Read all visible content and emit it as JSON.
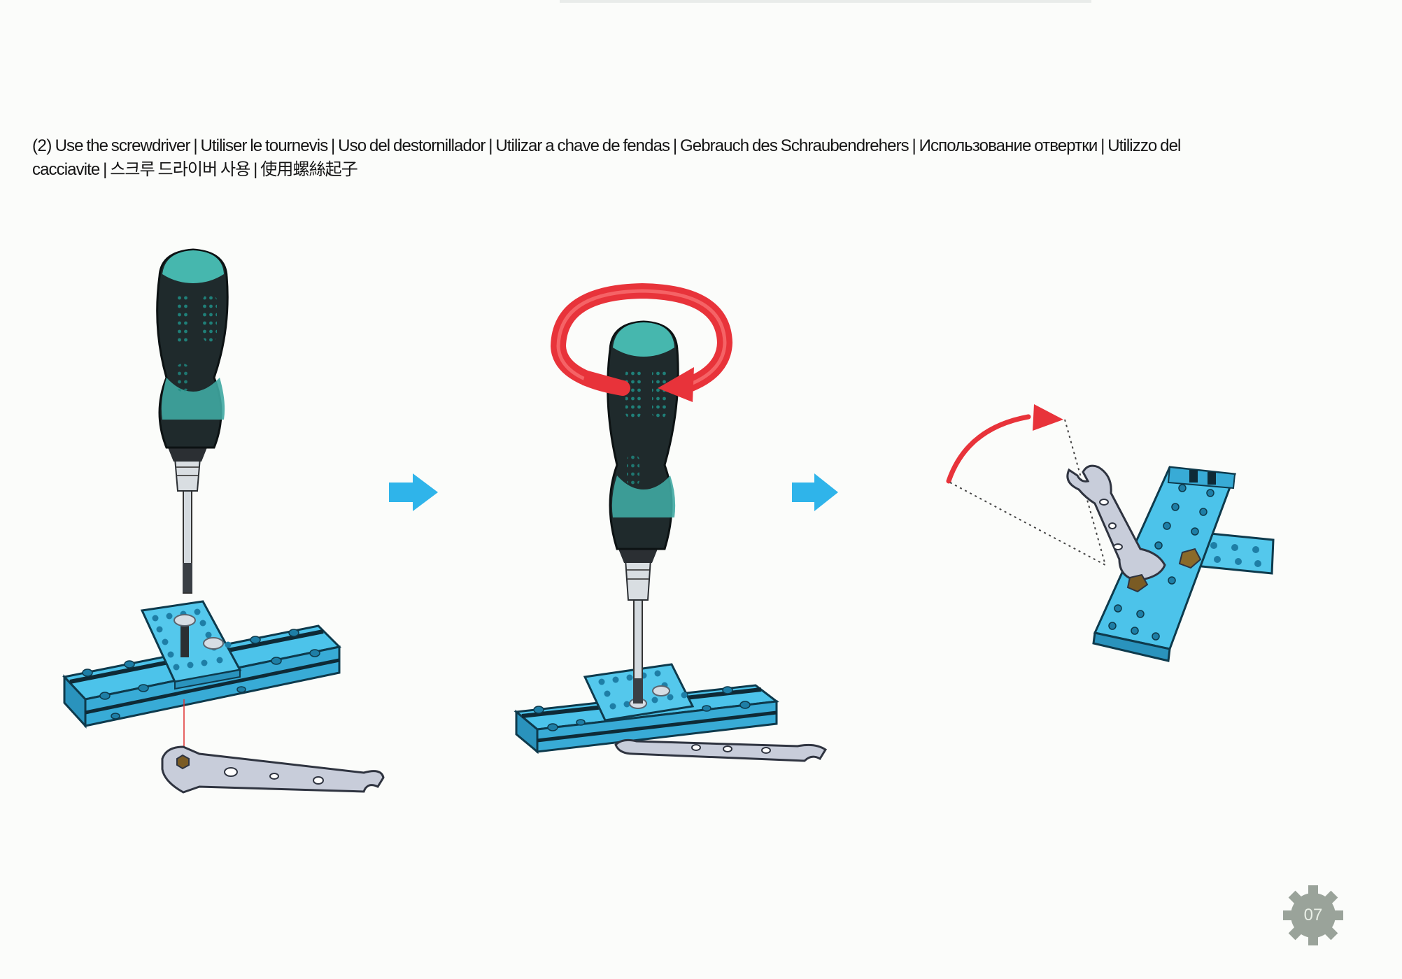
{
  "instruction": {
    "number": "(2)",
    "text": "Use the screwdriver | Utiliser le tournevis | Uso del destornillador | Utilizar a chave de fendas | Gebrauch des Schraubendrehers | Использование отвертки | Utilizzo del cacciavite | 스크루 드라이버 사용 | 使用螺絲起子"
  },
  "steps": [
    {
      "name": "insert-screwdriver",
      "icons": [
        "screwdriver-icon",
        "beam-icon",
        "plate-icon",
        "wrench-icon"
      ]
    },
    {
      "name": "turn-screwdriver",
      "icons": [
        "rotation-arrow-icon",
        "screwdriver-icon",
        "beam-icon",
        "wrench-icon"
      ]
    },
    {
      "name": "tighten-with-wrench",
      "icons": [
        "curved-arrow-icon",
        "wrench-icon",
        "beam-icon",
        "plate-icon"
      ]
    }
  ],
  "step_arrow_icon": "right-arrow-icon",
  "page_number": "07",
  "colors": {
    "part_blue": "#3fb8e3",
    "part_blue_dark": "#1d7fa8",
    "handle_teal": "#3fa9a2",
    "handle_dark": "#1d2a2c",
    "arrow_red": "#e8333a",
    "step_arrow_blue": "#2fb4ea",
    "wrench_gray": "#c5cad6",
    "badge_gray": "#9aa39a"
  }
}
